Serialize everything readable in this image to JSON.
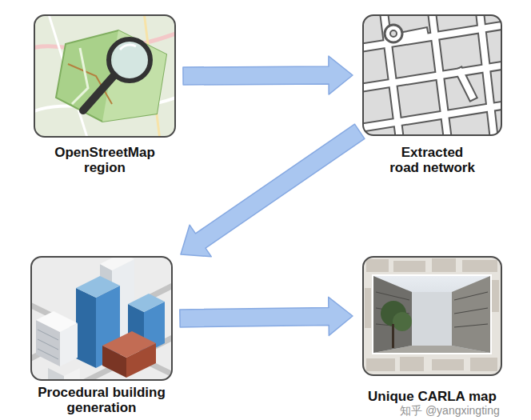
{
  "diagram": {
    "nodes": [
      {
        "text": [
          "OpenStreetMap region"
        ]
      },
      {
        "text": [
          "Extracted road network"
        ]
      },
      {
        "text": [
          "Procedural building generation"
        ]
      },
      {
        "text": [
          "Unique CARLA map"
        ]
      }
    ],
    "edges": [
      {
        "from": 0,
        "to": 1,
        "arrow": "to"
      },
      {
        "from": 1,
        "to": 2,
        "arrow": "to"
      },
      {
        "from": 2,
        "to": 3,
        "arrow": "to"
      }
    ],
    "labels": [
      "知乎 @yangxingting"
    ]
  }
}
